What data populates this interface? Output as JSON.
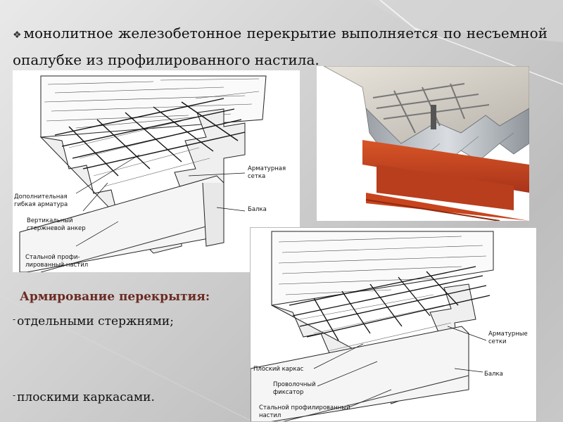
{
  "slide": {
    "bullet_marker": "❖",
    "title_text": "монолитное железобетонное перекрытие выполняется по несъемной опалубке из профилированного настила.",
    "subheading": "Армирование перекрытия:",
    "list": [
      {
        "marker": "-",
        "text": "отдельными стержнями;"
      },
      {
        "marker": "-",
        "text": "плоскими каркасами."
      }
    ]
  },
  "figure1": {
    "labels": {
      "mesh_line1": "Арматурная",
      "mesh_line2": "сетка",
      "extra_line1": "Дополнительная",
      "extra_line2": "гибкая арматура",
      "anchor_line1": "Вертикальный",
      "anchor_line2": "стержневой анкер",
      "beam": "Балка",
      "deck_line1": "Стальной профи-",
      "deck_line2": "лированный настил"
    }
  },
  "figure3": {
    "labels": {
      "mesh_line1": "Арматурные",
      "mesh_line2": "сетки",
      "frame": "Плоский каркас",
      "beam": "Балка",
      "fixer_line1": "Проволочный",
      "fixer_line2": "фиксатор",
      "deck_line1": "Стальной профилированный",
      "deck_line2": "настил"
    }
  },
  "colors": {
    "subheading": "#6b2b24",
    "beam_red": "#c8441c",
    "deck_gray": "#b9bec4",
    "concrete": "#cfcac2"
  }
}
